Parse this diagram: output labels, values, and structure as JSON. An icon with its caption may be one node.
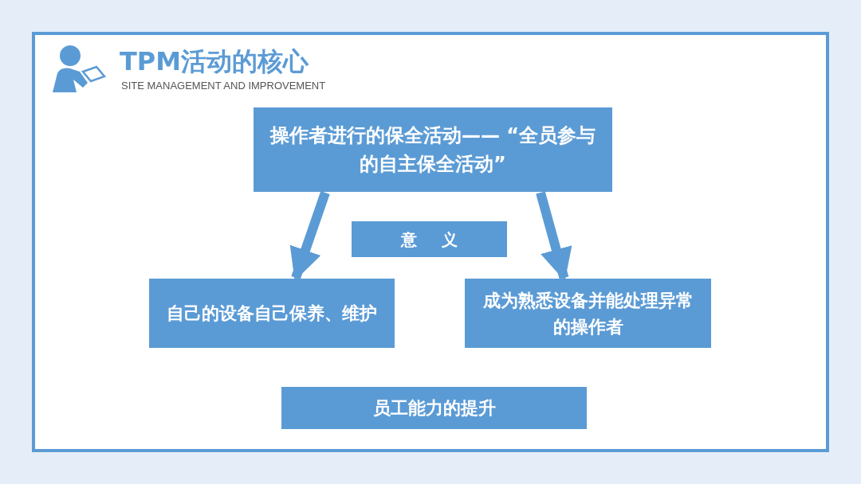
{
  "diagram": {
    "title": "TPM活动的核心",
    "nodes": [
      {
        "text": [
          "操作者进行的保全活动—— “全员参与的自主保全活动”"
        ]
      },
      {
        "text": [
          "意 义"
        ]
      },
      {
        "text": [
          "自己的设备自己保养、维护"
        ]
      },
      {
        "text": [
          "成为熟悉设备并能处理异常的操作者"
        ]
      },
      {
        "text": [
          "员工能力的提升"
        ]
      }
    ],
    "edges": [
      {
        "from": 0,
        "to": 2,
        "arrow": "to"
      },
      {
        "from": 0,
        "to": 3,
        "arrow": "to"
      }
    ],
    "labels": [
      "SITE MANAGEMENT AND IMPROVEMENT"
    ]
  }
}
